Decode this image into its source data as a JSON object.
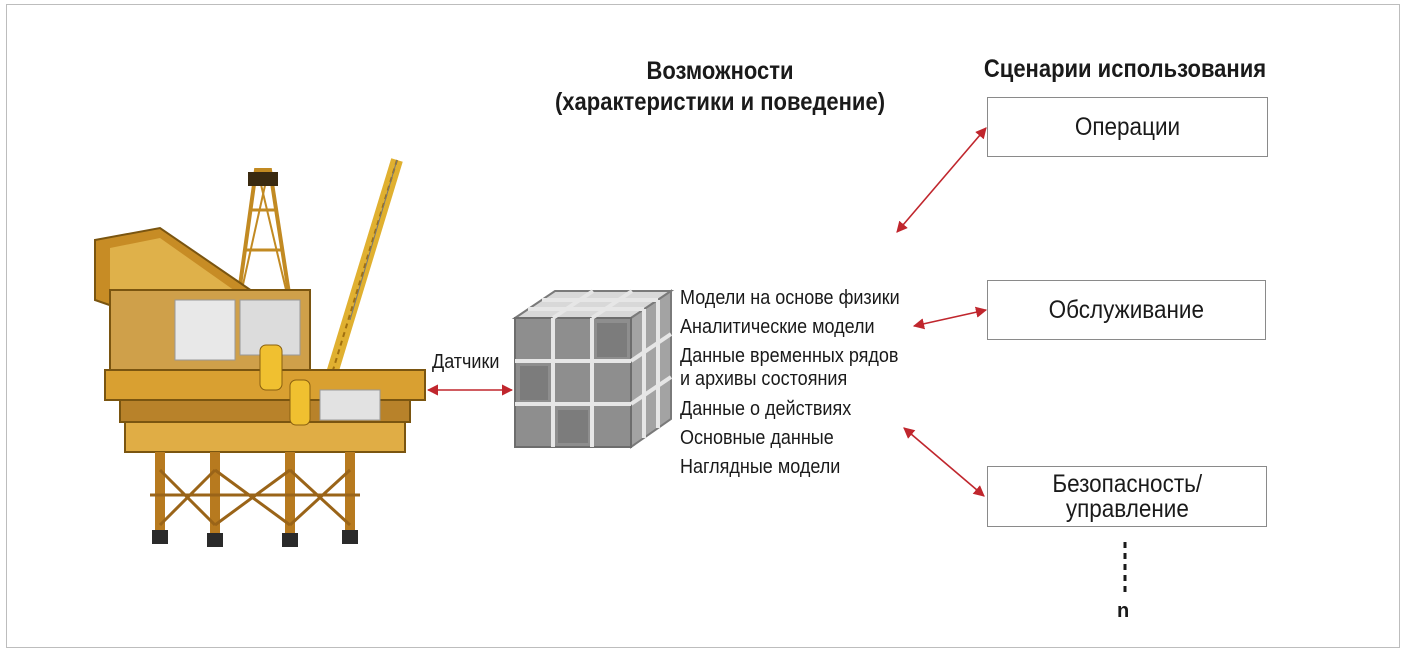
{
  "capabilities": {
    "title": "Возможности",
    "subtitle": "(характеристики и поведение)",
    "items": [
      "Модели на основе физики",
      "Аналитические модели",
      "Данные временных рядов",
      "и архивы состояния",
      "Данные о действиях",
      "Основные данные",
      "Наглядные модели"
    ]
  },
  "scenarios": {
    "title": "Сценарии использования",
    "items": [
      {
        "line1": "Операции",
        "line2": ""
      },
      {
        "line1": "Обслуживание",
        "line2": ""
      },
      {
        "line1": "Безопасность/",
        "line2": "управление"
      }
    ],
    "more": "n"
  },
  "sensors_label": "Датчики",
  "colors": {
    "arrow": "#c0262d",
    "platform": "#d9a031",
    "cube": "#8e8e8e",
    "frame": "#bdbdbd"
  },
  "icons": [
    "oil-platform-illustration",
    "data-cube-icon"
  ]
}
